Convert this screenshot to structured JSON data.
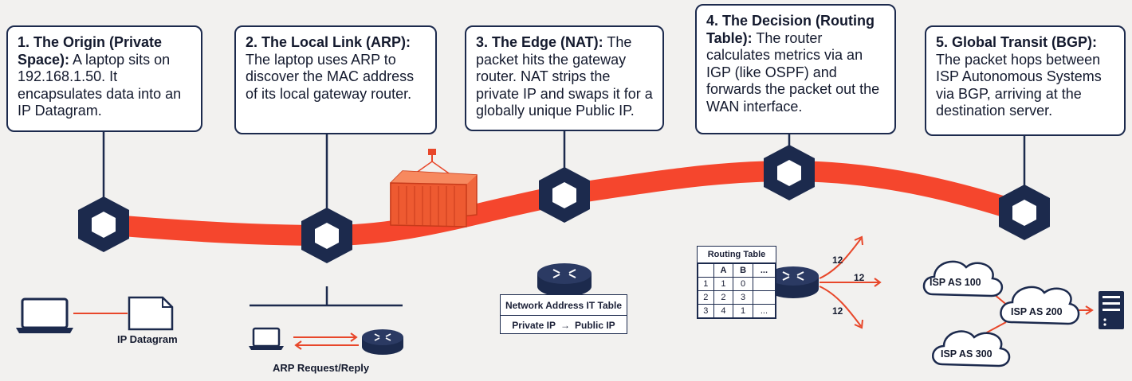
{
  "steps": [
    {
      "title": "1. The Origin (Private Space):",
      "body": "A laptop sits on 192.168.1.50. It encapsulates data into an IP Datagram."
    },
    {
      "title": "2. The Local Link (ARP):",
      "body": "The laptop uses ARP to discover the MAC address of its local gateway router."
    },
    {
      "title": "3. The Edge (NAT):",
      "body": "The packet hits the gateway router. NAT strips the private IP and swaps it for a globally unique Public IP."
    },
    {
      "title": "4. The Decision (Routing Table):",
      "body": "The router calculates metrics via an IGP (like OSPF) and forwards the packet out the WAN interface."
    },
    {
      "title": "5. Global Transit (BGP):",
      "body": "The packet hops between ISP Autonomous Systems via BGP, arriving at the destination server."
    }
  ],
  "labels": {
    "ip_datagram": "IP Datagram",
    "arp": "ARP Request/Reply",
    "nat_table_title": "Network Address IT Table",
    "nat_private": "Private IP",
    "nat_arrow": "→",
    "nat_public": "Public IP"
  },
  "routing_table": {
    "title": "Routing Table",
    "header": [
      "",
      "A",
      "B",
      "..."
    ],
    "rows": [
      [
        "1",
        "1",
        "0",
        ""
      ],
      [
        "2",
        "2",
        "3",
        ""
      ],
      [
        "3",
        "4",
        "1",
        "..."
      ]
    ],
    "metrics": [
      "12",
      "12",
      "12"
    ]
  },
  "isp": [
    "ISP AS 100",
    "ISP AS 200",
    "ISP AS 300"
  ],
  "colors": {
    "navy": "#1c2a4d",
    "accent": "#e8472a",
    "container": "#f0663d"
  }
}
